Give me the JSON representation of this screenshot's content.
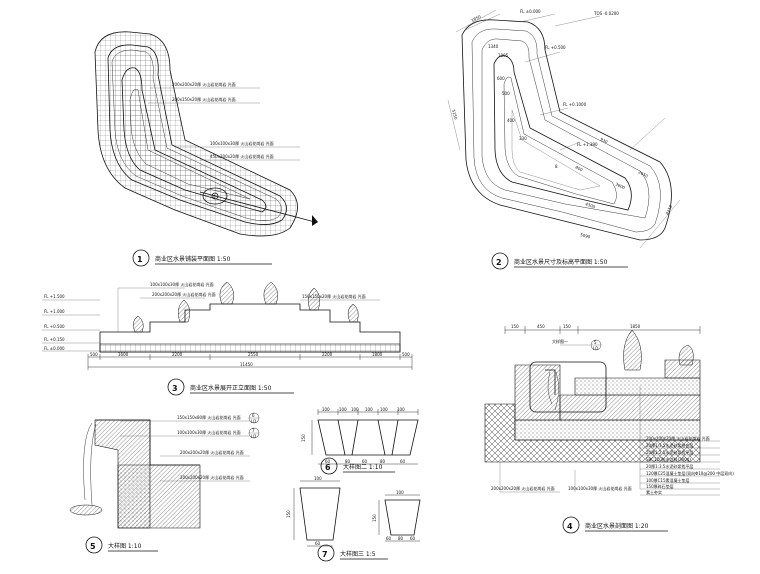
{
  "titles": {
    "d1": "商业区水景铺装平面图 1:50",
    "d2": "商业区水景尺寸及标高平面图 1:50",
    "d3": "商业区水景展开正立面图 1:50",
    "d4": "商业区水景剖面图 1:20",
    "d5": "大样图 1:10",
    "d6": "大样图二 1:10",
    "d7": "大样图三 1:5"
  },
  "numbers": {
    "d1": "1",
    "d2": "2",
    "d3": "3",
    "d4": "4",
    "d5": "5",
    "d6": "6",
    "d7": "7"
  },
  "plan1": {
    "labels": [
      "200x200x20厚 火山岩花岗岩 光面",
      "200x150x20厚 火山岩花岗岩 光面",
      "100x100x30厚 火山岩花岗岩 光面",
      "450x200x20厚 火山岩花岗岩 光面"
    ],
    "section_mark": "4"
  },
  "plan2": {
    "labels": [
      "FL ±0.000",
      "TOS -0.0200",
      "FL +0.500",
      "FL +0.1000",
      "FL +1.390"
    ],
    "dims": [
      "1850",
      "1340",
      "1095",
      "600",
      "500",
      "400",
      "330",
      "8",
      "930",
      "800",
      "2650",
      "3600",
      "4300",
      "5090",
      "5150",
      "8210"
    ]
  },
  "elev": {
    "levels": [
      "FL +1.500",
      "FL +1.000",
      "FL +0.500",
      "FL +0.150",
      "FL ±0.000"
    ],
    "labels": [
      "100x100x30厚 火山岩花岗岩 光面",
      "200x200x20厚 火山岩花岗岩 光面",
      "150x150x20厚 火山岩花岗岩 光面"
    ],
    "dims": [
      "500",
      "1600",
      "2200",
      "2550",
      "2200",
      "1800",
      "500"
    ],
    "total": "11450"
  },
  "section": {
    "dims": [
      "150",
      "450",
      "150",
      "1850"
    ],
    "callout": "大样图一",
    "callout_ref": "5",
    "callout_sheet": "LD",
    "layers": [
      "200x200x20厚 火山岩花岗岩 光面",
      "20厚1:3.5水泥砂浆结合层",
      "20厚1:2.5水泥砂浆找平层",
      "SBC120防水涂料(300g)",
      "20厚1:3.5水泥砂浆找平层",
      "120厚C25混凝土垫层(双向Φ10@200 中层双向)",
      "100厚C15素混凝土垫层",
      "150厚碎石垫层",
      "素土夯实"
    ],
    "bottom_labels": [
      "200x200x20厚 火山岩花岗岩 光面",
      "100x100x30厚 火山岩花岗岩 光面"
    ]
  },
  "detail5": {
    "labels": [
      "150x150x80厚 火山岩花岗岩 光面",
      "100x100x30厚 火山岩花岗岩 光面",
      "200x200x20厚 火山岩花岗岩 光面",
      "200x200x20厚 火山岩花岗岩 光面"
    ],
    "refs": [
      "6",
      "7"
    ],
    "sheet": "LD"
  },
  "detail6": {
    "dims": [
      "100",
      "100",
      "100",
      "100",
      "100",
      "100",
      "60",
      "80",
      "60",
      "80",
      "60",
      "150"
    ]
  },
  "detail7": {
    "dims": [
      "100",
      "60",
      "100",
      "60",
      "80",
      "60",
      "150",
      "150"
    ]
  }
}
